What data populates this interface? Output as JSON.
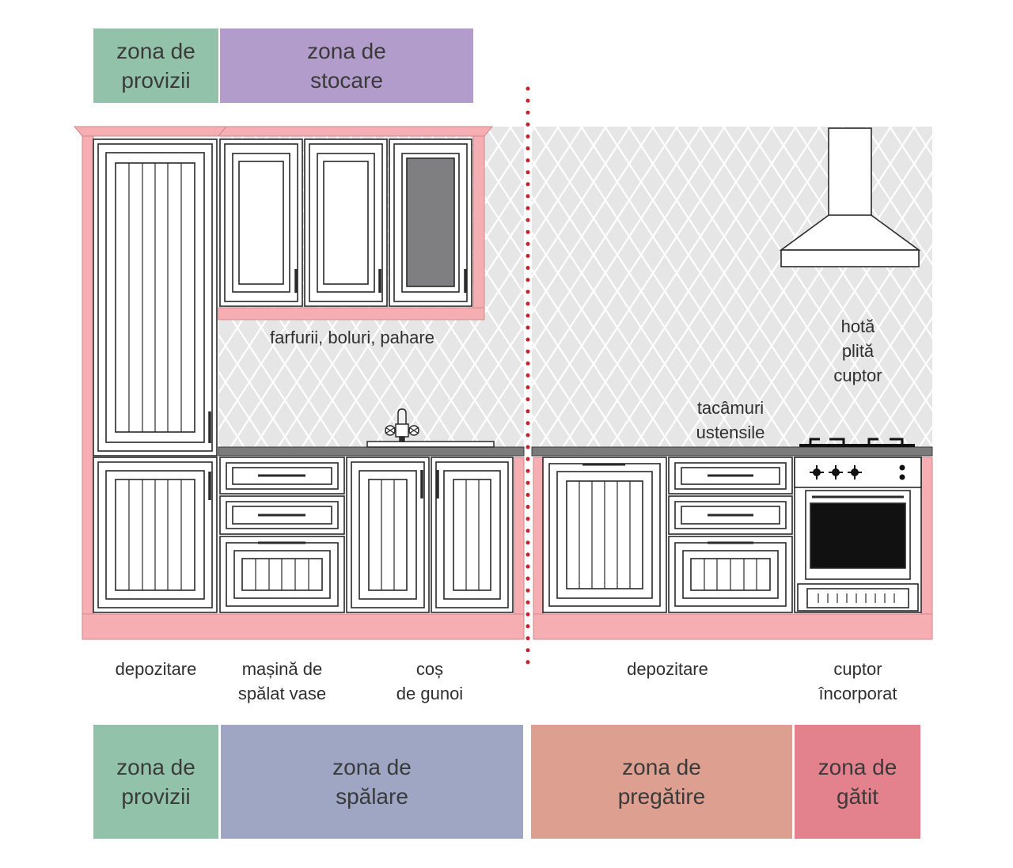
{
  "top_zones": {
    "provizii": {
      "text": "zona de\nprovizii",
      "color": "#93c2aa"
    },
    "stocare": {
      "text": "zona de\nstocare",
      "color": "#b29ccb"
    }
  },
  "bottom_zones": {
    "provizii": {
      "text": "zona de\nprovizii",
      "color": "#93c2aa"
    },
    "spalare": {
      "text": "zona de\nspălare",
      "color": "#9ea6c3"
    },
    "pregatire": {
      "text": "zona de\npregătire",
      "color": "#dc9f90"
    },
    "gatit": {
      "text": "zona de\ngătit",
      "color": "#e3828d"
    }
  },
  "labels": {
    "wall_cabinets": "farfurii, boluri, pahare",
    "cooking_appliances": "hotă\nplită\ncuptor",
    "cutlery": "tacâmuri\nustensile",
    "storage_left": "depozitare",
    "dishwasher": "mașină de\nspălat vase",
    "trash": "coș\nde gunoi",
    "storage_right": "depozitare",
    "built_in_oven": "cuptor\nîncorporat"
  },
  "colors": {
    "cabinet_frame": "#f6aeb3",
    "wall_tile": "#e6e6e6",
    "divider_dots": "#c4242d"
  },
  "icons": [
    "sink-faucet-icon",
    "range-hood-icon",
    "gas-burner-icon",
    "oven-knob-icon"
  ]
}
